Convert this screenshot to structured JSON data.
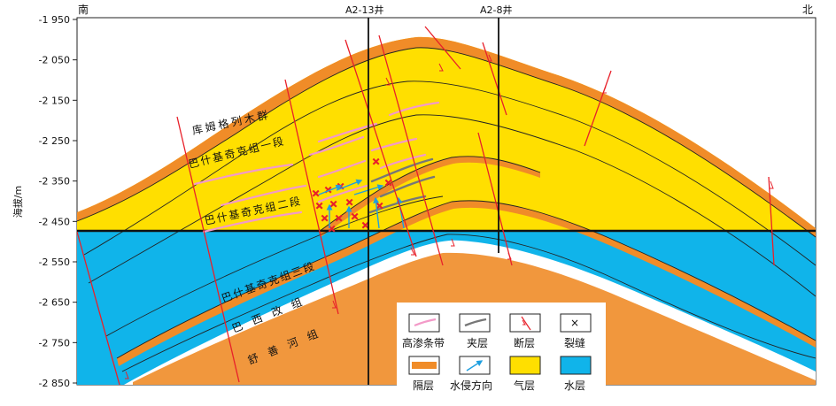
{
  "header": {
    "south": "南",
    "north": "北",
    "well1": "A2-13井",
    "well2": "A2-8井"
  },
  "axis": {
    "label": "海拔/m",
    "ticks": [
      "-1 950",
      "-2 050",
      "-2 150",
      "-2 250",
      "-2 350",
      "-2 450",
      "-2 550",
      "-2 650",
      "-2 750",
      "-2 850"
    ],
    "range": [
      -1950,
      -2850
    ]
  },
  "units": {
    "kumugeliemu": "库姆格列木群",
    "bashijiqike1": "巴什基奇克组一段",
    "bashijiqike2": "巴什基奇克组二段",
    "bashijiqike3": "巴什基奇克组三段",
    "baxigai": "巴西改组",
    "shushanhe": "舒善河组"
  },
  "legend": [
    {
      "key": "high-perm",
      "label": "高渗条带",
      "color": "#f39ac8"
    },
    {
      "key": "interlayer",
      "label": "夹层",
      "color": "#777777"
    },
    {
      "key": "fault",
      "label": "断层",
      "color": "#e8202a"
    },
    {
      "key": "fracture",
      "label": "裂缝",
      "color": "#e8202a"
    },
    {
      "key": "barrier",
      "label": "隔层",
      "color": "#f08c28"
    },
    {
      "key": "water-invasion",
      "label": "水侵方向",
      "color": "#1e9fe0"
    },
    {
      "key": "gas",
      "label": "气层",
      "color": "#ffdf00"
    },
    {
      "key": "water",
      "label": "水层",
      "color": "#10b4ea"
    }
  ],
  "colors": {
    "gas": "#ffdf00",
    "water": "#10b4ea",
    "barrier": "#f08c28",
    "fault": "#e8202a",
    "highperm": "#f39ac8",
    "interlayer": "#777777",
    "arrow": "#1e9fe0"
  }
}
